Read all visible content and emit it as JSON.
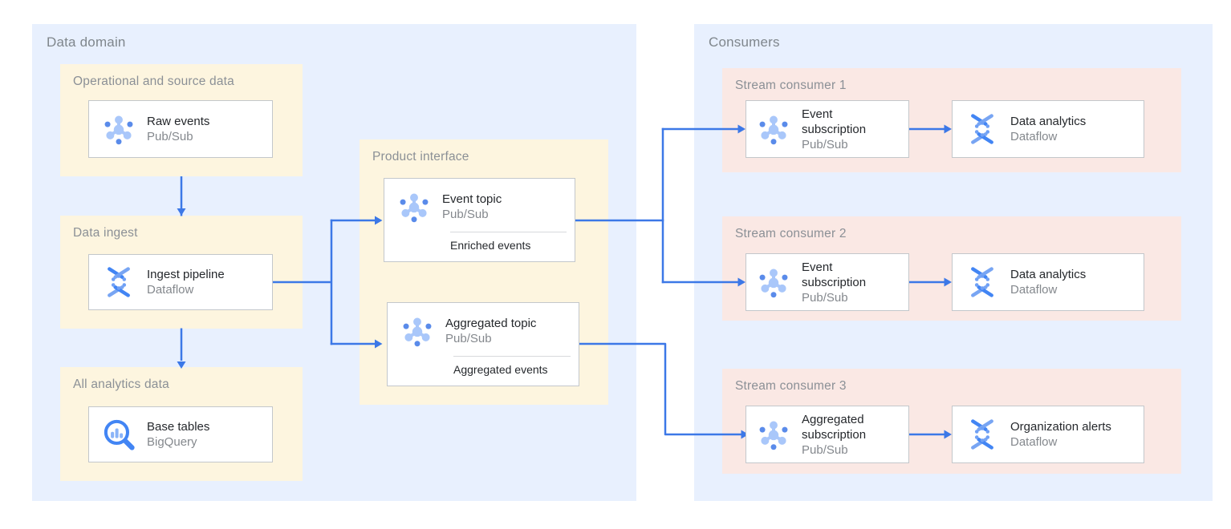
{
  "domain": {
    "label": "Data domain",
    "operational": {
      "label": "Operational and source data",
      "card": {
        "title": "Raw events",
        "product": "Pub/Sub",
        "icon": "pubsub-icon"
      }
    },
    "ingest": {
      "label": "Data ingest",
      "card": {
        "title": "Ingest pipeline",
        "product": "Dataflow",
        "icon": "dataflow-icon"
      }
    },
    "analytics": {
      "label": "All analytics data",
      "card": {
        "title": "Base tables",
        "product": "BigQuery",
        "icon": "bigquery-icon"
      }
    },
    "product_interface": {
      "label": "Product interface",
      "event_topic": {
        "title": "Event topic",
        "product": "Pub/Sub",
        "note": "Enriched events",
        "icon": "pubsub-icon"
      },
      "aggregated_topic": {
        "title": "Aggregated topic",
        "product": "Pub/Sub",
        "note": "Aggregated events",
        "icon": "pubsub-icon"
      }
    }
  },
  "consumers": {
    "label": "Consumers",
    "rows": [
      {
        "label": "Stream consumer 1",
        "source": {
          "title": "Event subscription",
          "product": "Pub/Sub",
          "icon": "pubsub-icon"
        },
        "processor": {
          "title": "Data analytics",
          "product": "Dataflow",
          "icon": "dataflow-icon"
        }
      },
      {
        "label": "Stream consumer 2",
        "source": {
          "title": "Event subscription",
          "product": "Pub/Sub",
          "icon": "pubsub-icon"
        },
        "processor": {
          "title": "Data analytics",
          "product": "Dataflow",
          "icon": "dataflow-icon"
        }
      },
      {
        "label": "Stream consumer 3",
        "source": {
          "title": "Aggregated subscription",
          "product": "Pub/Sub",
          "icon": "pubsub-icon"
        },
        "processor": {
          "title": "Organization alerts",
          "product": "Dataflow",
          "icon": "dataflow-icon"
        }
      }
    ]
  },
  "icons": {
    "pubsub": "pubsub-icon",
    "dataflow": "dataflow-icon",
    "bigquery": "bigquery-icon"
  },
  "colors": {
    "panel_blue": "#e8f0fe",
    "group_yellow": "#fdf5df",
    "group_pink": "#fae8e4",
    "card_border": "#c3c7cb",
    "arrow_blue": "#3c78e7",
    "title_text": "#25282c",
    "muted_text": "#84888d",
    "icon_light_blue": "#a9c7fa",
    "icon_dark_blue": "#4285f4"
  }
}
